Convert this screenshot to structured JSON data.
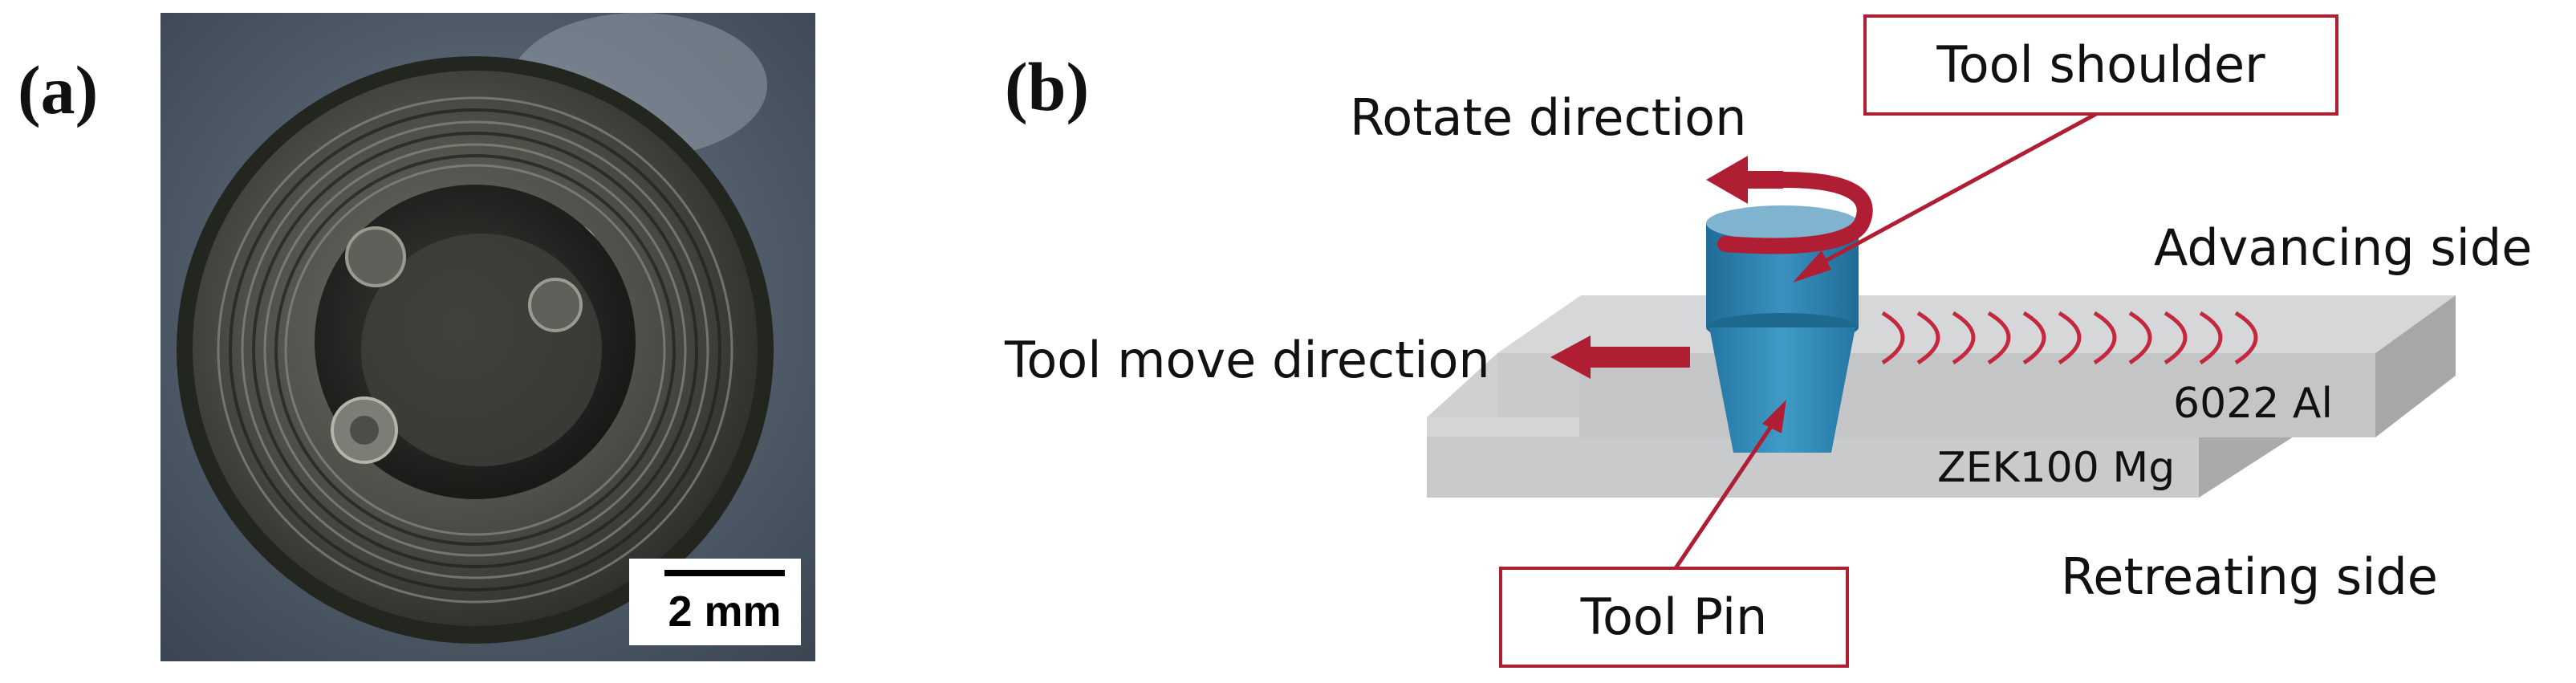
{
  "panels": {
    "a_label": "(a)",
    "b_label": "(b)"
  },
  "photo": {
    "subject": "friction-stir tool end view",
    "scale_bar_label": "2 mm"
  },
  "diagram": {
    "rotate_direction": "Rotate direction",
    "tool_shoulder": "Tool shoulder",
    "advancing_side": "Advancing side",
    "tool_move_direction": "Tool move direction",
    "top_plate": "6022 Al",
    "bottom_plate": "ZEK100 Mg",
    "tool_pin": "Tool Pin",
    "retreating_side": "Retreating side"
  },
  "colors": {
    "arrow_red": "#b01e33",
    "tool_blue": "#2e7fa8",
    "plate_gray": "#c8c9cb"
  }
}
